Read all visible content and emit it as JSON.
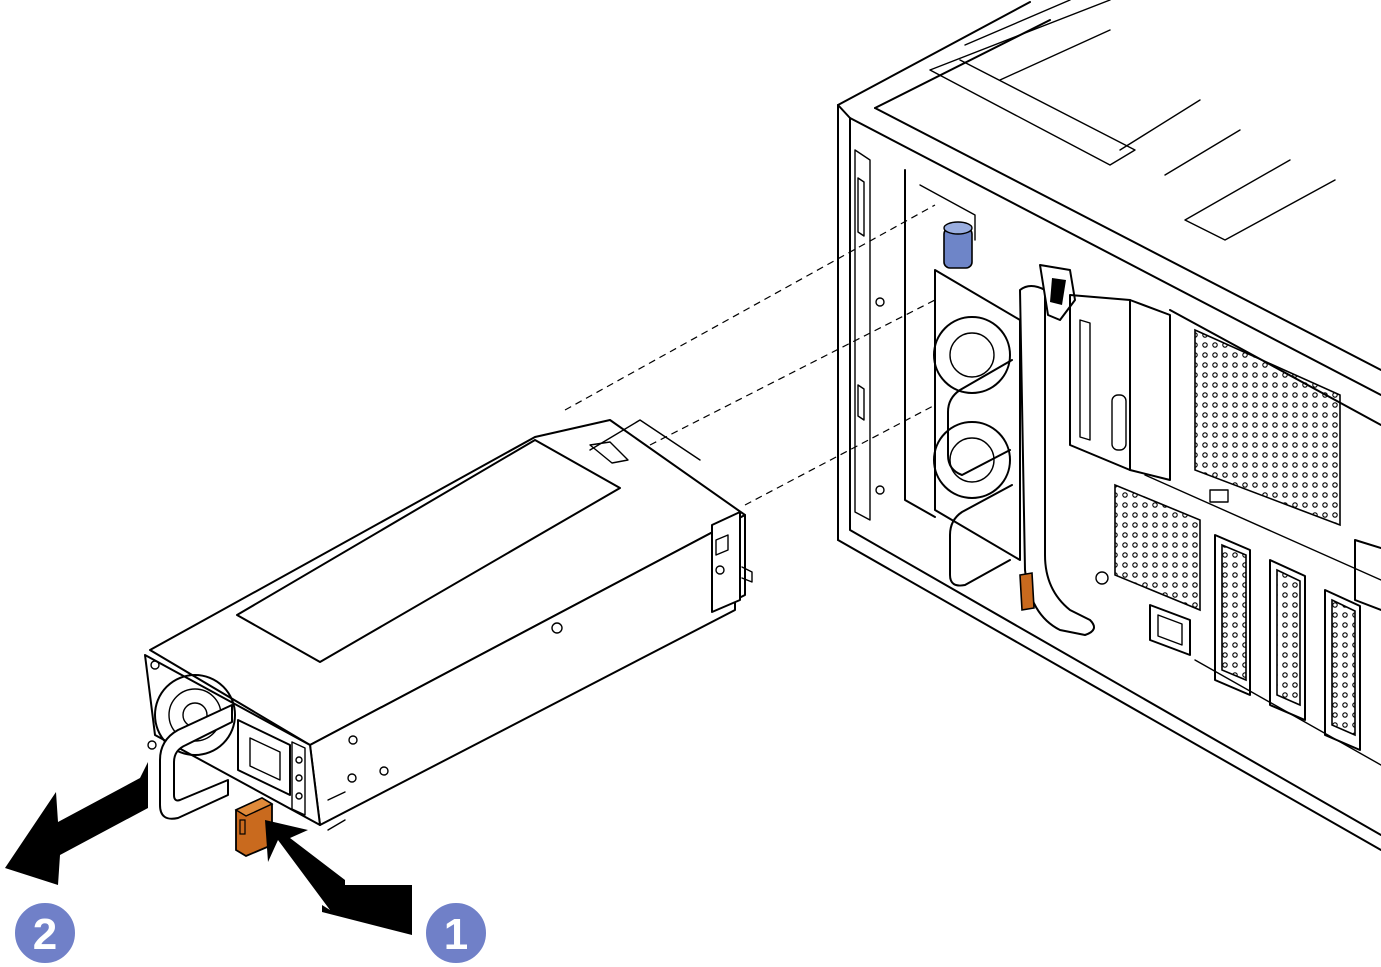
{
  "figure": {
    "description_free": true,
    "colors": {
      "line": "#000000",
      "background": "#ffffff",
      "release_tab": "#c96a1e",
      "touch_point": "#6e85c8",
      "callout_fill": "#7080c8"
    }
  },
  "callouts": [
    {
      "id": "step-1",
      "label": "1",
      "icon": "numbered-callout-icon"
    },
    {
      "id": "step-2",
      "label": "2",
      "icon": "numbered-callout-icon"
    }
  ],
  "arrows": [
    {
      "id": "press-arrow",
      "icon": "arrow-right-icon",
      "meaning_step": "1"
    },
    {
      "id": "pull-arrow",
      "icon": "arrow-left-icon",
      "meaning_step": "2"
    }
  ]
}
